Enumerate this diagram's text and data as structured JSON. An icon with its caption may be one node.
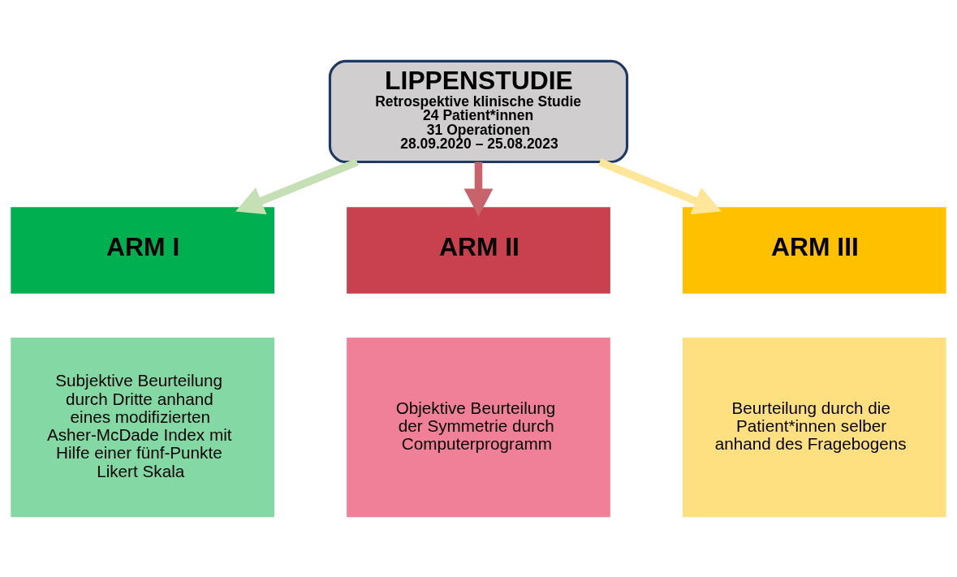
{
  "diagram": {
    "nodes": [
      {
        "text": [
          "LIPPENSTUDIE",
          "Retrospektive klinische Studie",
          "24 Patient*innen",
          "31 Operationen",
          "28.09.2020 – 25.08.2023"
        ]
      },
      {
        "text": [
          "ARM I"
        ]
      },
      {
        "text": [
          "Subjektive Beurteilung durch Dritte anhand eines modifizierten Asher-McDade Index mit Hilfe einer fünf-Punkte Likert Skala"
        ]
      },
      {
        "text": [
          "ARM II"
        ]
      },
      {
        "text": [
          "Objektive Beurteilung der Symmetrie durch Computerprogramm"
        ]
      },
      {
        "text": [
          "ARM III"
        ]
      },
      {
        "text": [
          "Beurteilung durch die Patient*innen selber anhand des Fragebogens"
        ]
      }
    ],
    "edges": [
      {
        "from": 0,
        "to": 1,
        "arrow": "to",
        "color": "#c5e0b4"
      },
      {
        "from": 0,
        "to": 3,
        "arrow": "to",
        "color": "#c9636b"
      },
      {
        "from": 0,
        "to": 5,
        "arrow": "to",
        "color": "#ffe699"
      }
    ]
  }
}
